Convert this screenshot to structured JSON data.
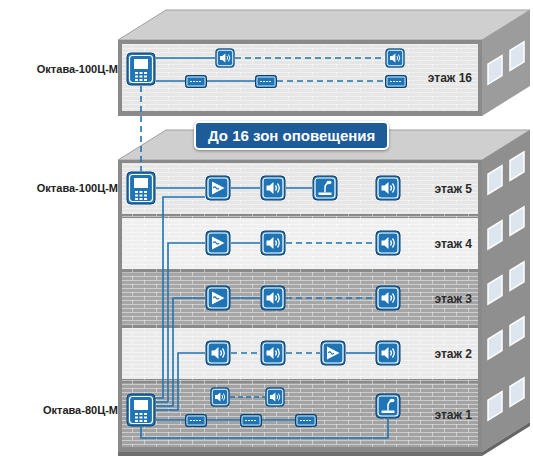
{
  "diagram": {
    "nodes": [
      {
        "text": [
          "этаж 16"
        ]
      },
      {
        "text": [
          "Октава-100Ц-М"
        ],
        "in": 0
      },
      {
        "text": [
          "До 16 зон оповещения"
        ]
      },
      {
        "text": [
          "этаж 5"
        ]
      },
      {
        "text": [
          "Октава-100Ц-М"
        ],
        "in": 3
      },
      {
        "text": [
          "этаж 4"
        ]
      },
      {
        "text": [
          "этаж 3"
        ]
      },
      {
        "text": [
          "этаж 2"
        ]
      },
      {
        "text": [
          "этаж 1"
        ]
      },
      {
        "text": [
          "Октава-80Ц-М"
        ],
        "in": 8
      }
    ],
    "edges": [
      {
        "from": 1,
        "to": 4,
        "arrow": "none"
      }
    ]
  }
}
